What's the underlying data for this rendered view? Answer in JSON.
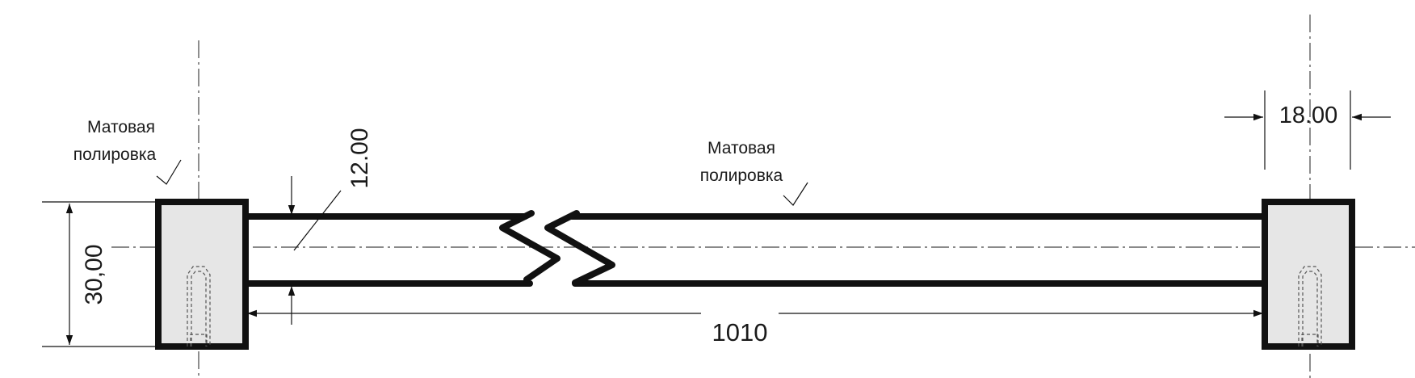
{
  "annotations": {
    "finish_left_line1": "Матовая",
    "finish_left_line2": "полировка",
    "finish_center_line1": "Матовая",
    "finish_center_line2": "полировка"
  },
  "dimensions": {
    "length": "1010",
    "end_height": "30,00",
    "bar_thickness": "12.00",
    "end_width": "18.00"
  },
  "colors": {
    "stroke": "#111111",
    "end_fill": "#e6e6e6",
    "background": "#ffffff"
  }
}
